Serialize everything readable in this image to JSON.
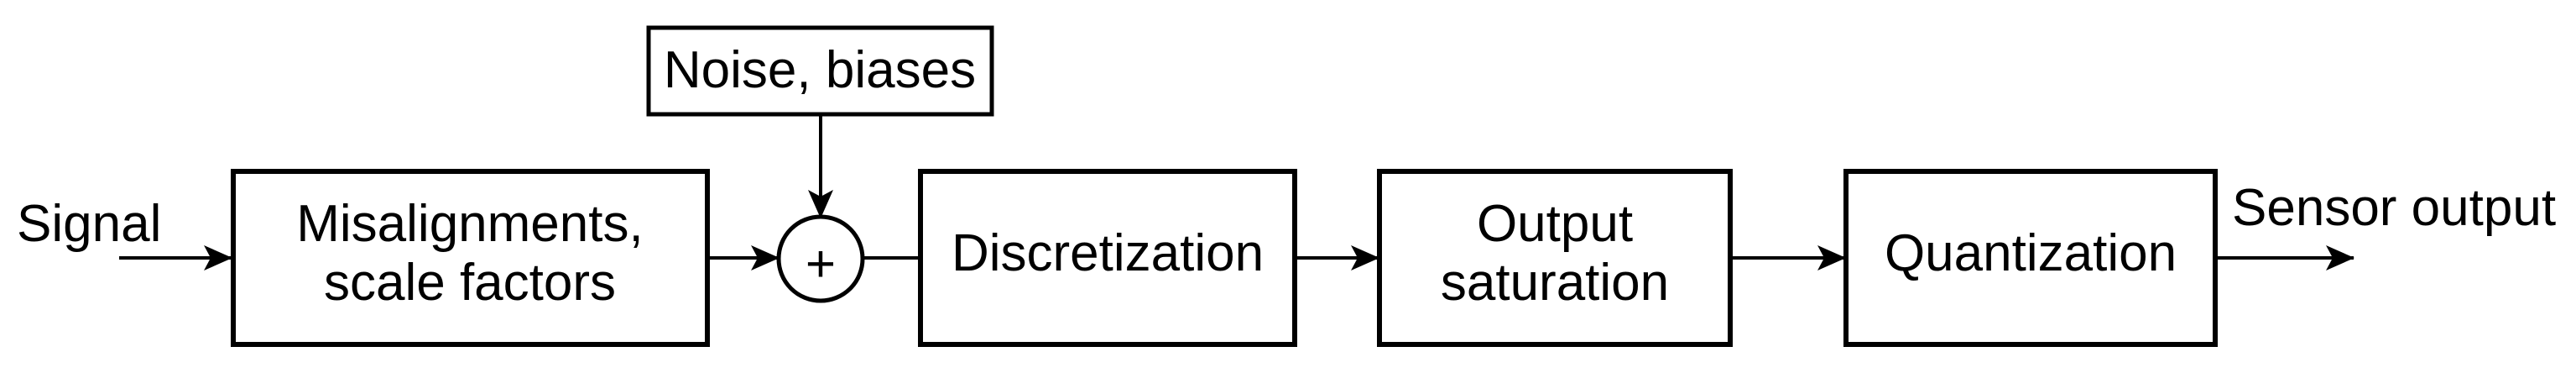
{
  "diagram": {
    "type": "block-diagram",
    "background_color": "#ffffff",
    "line_color": "#000000",
    "text_color": "#000000",
    "input_label": "Signal",
    "output_label": "Sensor output",
    "noise_block": {
      "label": "Noise, biases"
    },
    "sum_junction": {
      "symbol": "+"
    },
    "blocks": [
      {
        "id": "misalignments-scale-factors",
        "lines": [
          "Misalignments,",
          "scale factors"
        ]
      },
      {
        "id": "discretization",
        "lines": [
          "Discretization"
        ]
      },
      {
        "id": "output-saturation",
        "lines": [
          "Output",
          "saturation"
        ]
      },
      {
        "id": "quantization",
        "lines": [
          "Quantization"
        ]
      }
    ]
  }
}
